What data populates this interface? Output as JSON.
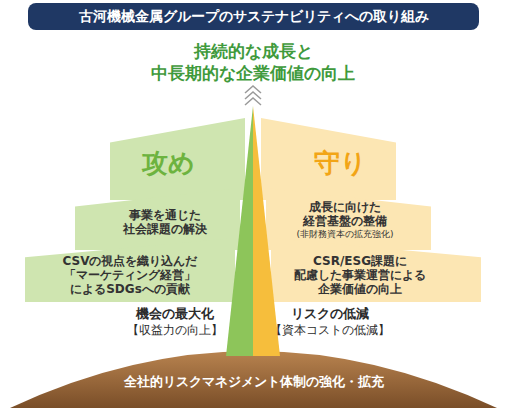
{
  "diagram": {
    "title": "古河機械金属グループのサステナビリティへの取り組み",
    "nodes": [
      {
        "text": [
          "攻め"
        ]
      },
      {
        "text": [
          "守り"
        ]
      },
      {
        "text": [
          "事業を通じた 社会課題の解決"
        ]
      },
      {
        "text": [
          "成長に向けた 経営基盤の整備",
          "(非財務資本の拡充強化)"
        ]
      },
      {
        "text": [
          "CSVの視点を織り込んだ 「マーケティング経営」 によるSDGsへの貢献"
        ]
      },
      {
        "text": [
          "CSR/ESG課題に 配慮した事業運営による 企業価値の向上"
        ]
      },
      {
        "text": [
          "全社的リスクマネジメント体制の強化・拡充"
        ]
      }
    ],
    "labels": [
      "持続的な成長と 中長期的な企業価値の向上",
      "機会の最大化",
      "【収益力の向上】",
      "リスクの低減",
      "【資本コストの低減】"
    ]
  }
}
